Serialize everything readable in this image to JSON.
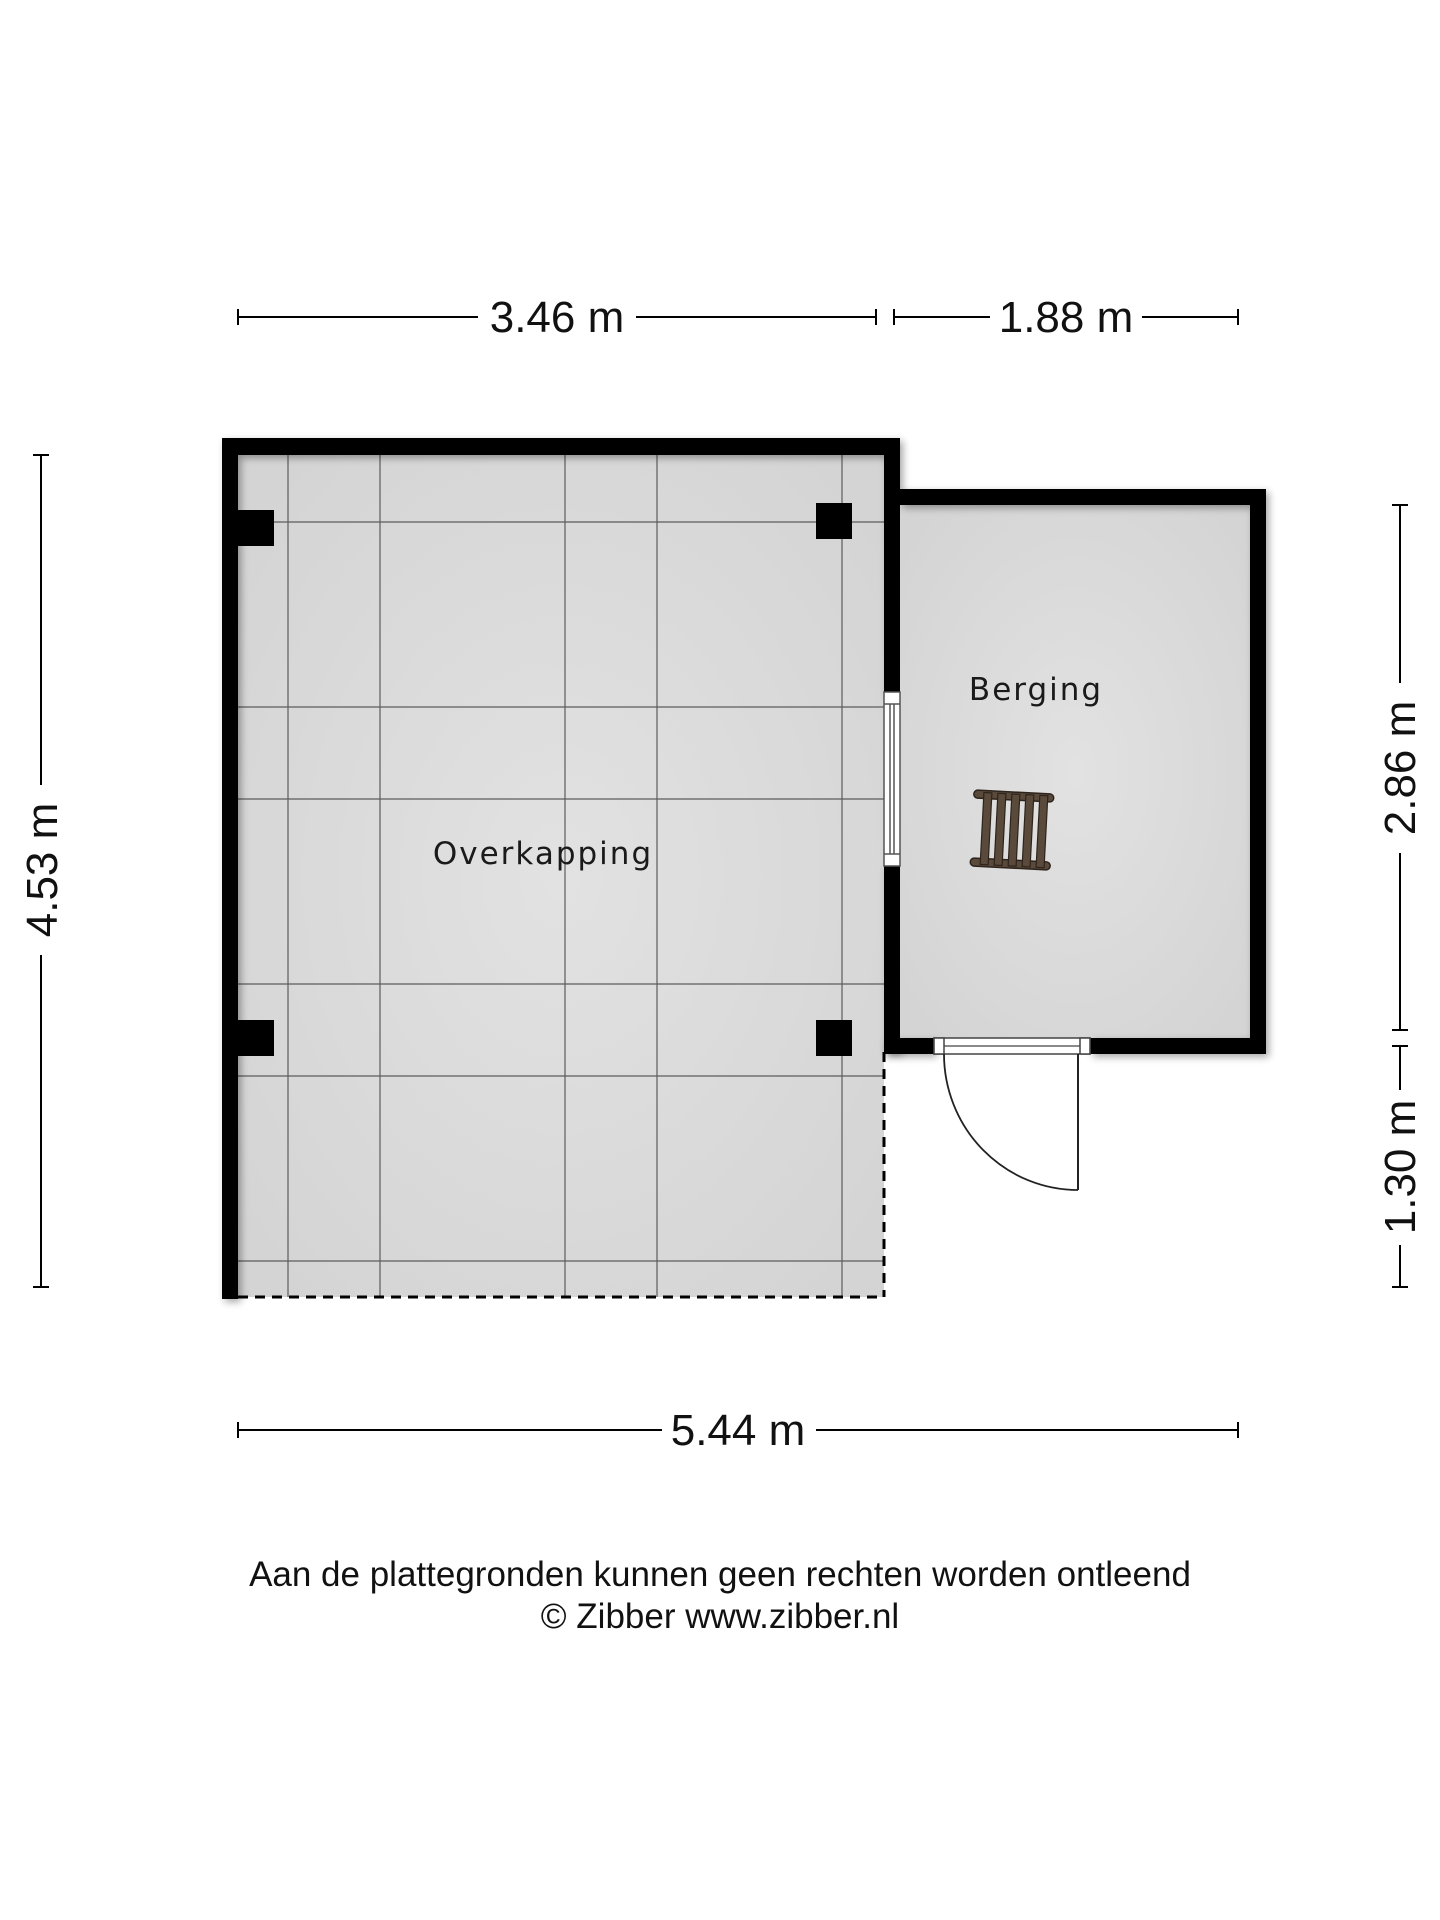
{
  "dimensions": {
    "top_left_width": "3.46 m",
    "top_right_width": "1.88 m",
    "bottom_width": "5.44 m",
    "left_height": "4.53 m",
    "right_upper_height": "2.86 m",
    "right_lower_height": "1.30 m"
  },
  "rooms": {
    "overkapping": "Overkapping",
    "berging": "Berging"
  },
  "footer": {
    "disclaimer": "Aan de plattegronden kunnen geen rechten worden ontleend",
    "copyright": "© Zibber www.zibber.nl"
  },
  "colors": {
    "floor": "#dcdcdc",
    "wall": "#000000",
    "furniture": "#5a4a3c"
  },
  "icons": {
    "storage": "ladder-icon"
  }
}
